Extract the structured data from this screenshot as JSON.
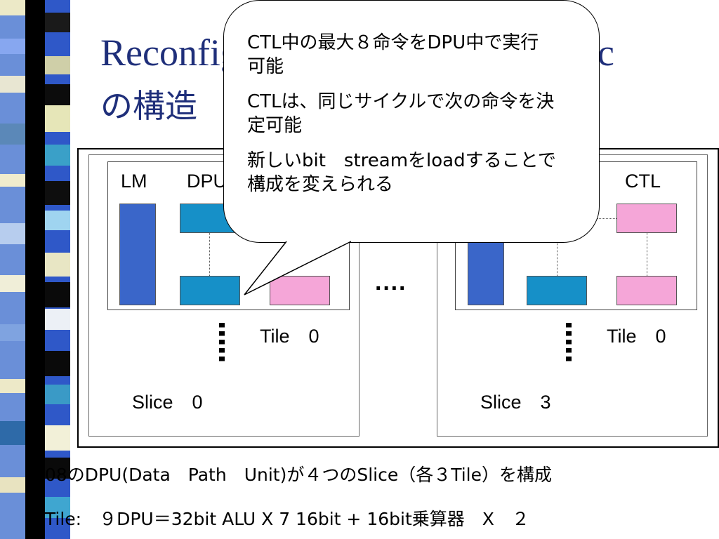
{
  "title": {
    "line1": "Reconfigurable Processing Fabric",
    "line2": "の構造"
  },
  "callout": {
    "items": [
      "CTL中の最大８命令をDPU中で実行可能",
      "CTLは、同じサイクルで次の命令を決定可能",
      "新しいbit　streamをloadすることで構成を変えられる"
    ]
  },
  "diagram": {
    "labels": {
      "lm": "LM",
      "dpu": "DPU",
      "ctl": "CTL"
    },
    "slices": [
      {
        "name": "Slice　0",
        "tile": "Tile　0"
      },
      {
        "name": "Slice　3",
        "tile": "Tile　0"
      }
    ],
    "ellipsis": "····",
    "colors": {
      "lm": "#3a66c9",
      "dpu": "#1690c8",
      "ctl": "#f5a6d8",
      "title": "#1f2f7a"
    }
  },
  "notes": [
    "108のDPU(Data　Path　Unit)が４つのSlice（各３Tile）を構成",
    "1Tile:　９DPU＝32bit ALU X 7 16bit + 16bit乗算器　X　２"
  ]
}
